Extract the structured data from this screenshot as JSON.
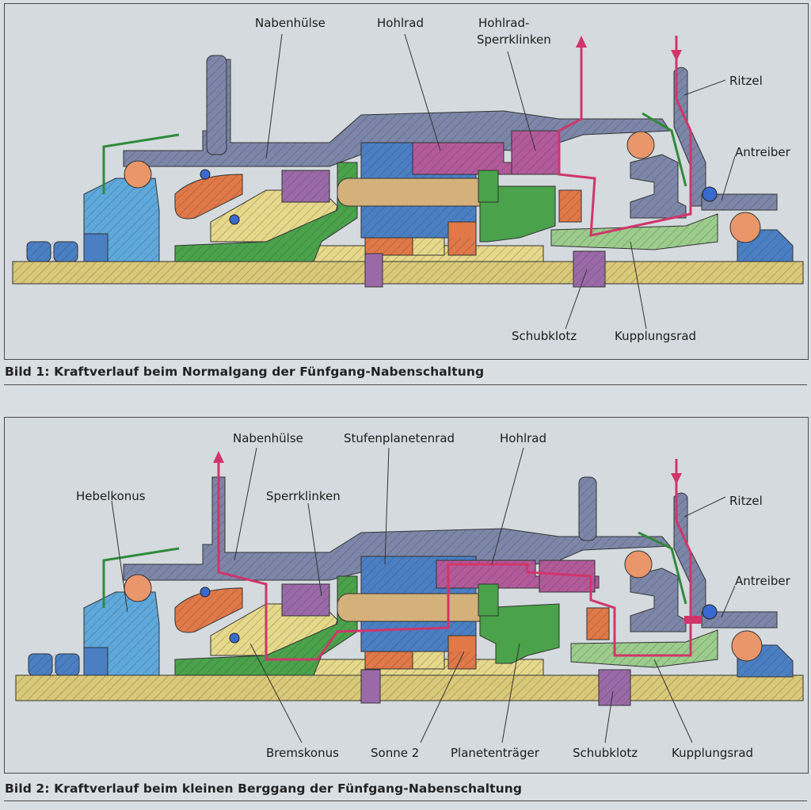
{
  "figure1": {
    "caption": "Bild 1: Kraftverlauf beim Normalgang der Fünfgang-Nabenschaltung",
    "labels": {
      "nabenhuelse": "Nabenhülse",
      "hohlrad": "Hohlrad",
      "hohlrad_sperrklinken_1": "Hohlrad-",
      "hohlrad_sperrklinken_2": "Sperrklinken",
      "ritzel": "Ritzel",
      "antreiber": "Antreiber",
      "schubklotz": "Schubklotz",
      "kupplungsrad": "Kupplungsrad"
    }
  },
  "figure2": {
    "caption": "Bild 2: Kraftverlauf beim kleinen Berggang der Fünfgang-Nabenschaltung",
    "labels": {
      "hebelkonus": "Hebelkonus",
      "nabenhuelse": "Nabenhülse",
      "sperrklinken": "Sperrklinken",
      "stufenplanetenrad": "Stufenplanetenrad",
      "hohlrad": "Hohlrad",
      "ritzel": "Ritzel",
      "antreiber": "Antreiber",
      "bremskonus": "Bremskonus",
      "sonne2": "Sonne 2",
      "planetentraeger": "Planetenträger",
      "schubklotz": "Schubklotz",
      "kupplungsrad": "Kupplungsrad"
    }
  },
  "colors": {
    "axle": "#d8c878",
    "hub_shell": "#7c86a8",
    "blue": "#4a7fc4",
    "light_blue": "#5ea8dc",
    "purple": "#9a6aa8",
    "magenta": "#b35a9a",
    "green": "#4aa24a",
    "light_green": "#9ccc8c",
    "orange": "#e07848",
    "yellow": "#e6d88a",
    "ball": "#e8966a",
    "force_path": "#d0356a"
  }
}
